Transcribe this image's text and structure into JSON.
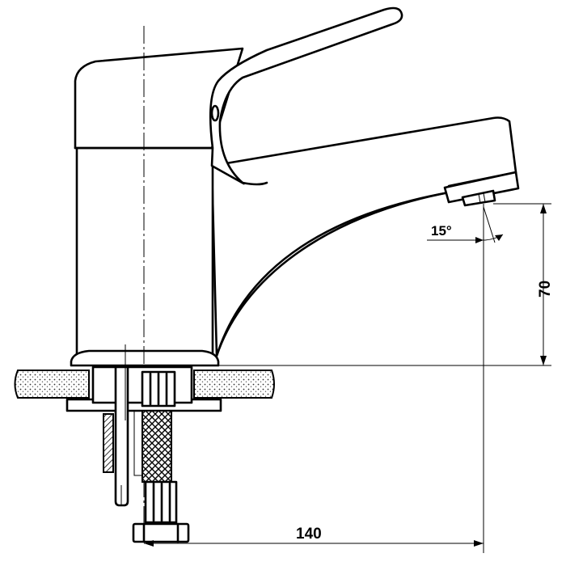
{
  "dimensions": {
    "height_label": "70",
    "reach_label": "140",
    "angle_label": "15°"
  }
}
